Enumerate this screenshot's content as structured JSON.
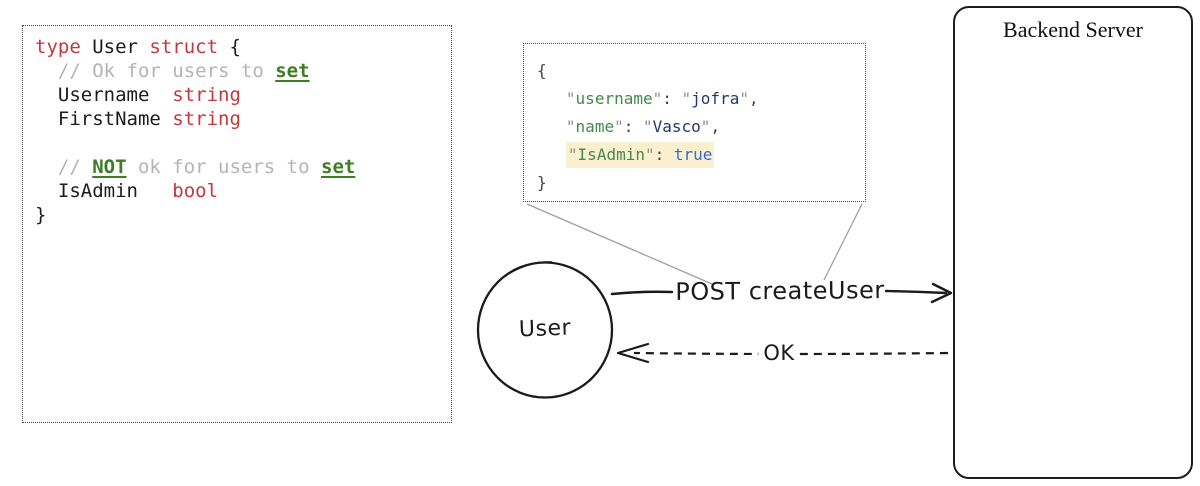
{
  "code_box": {
    "line1": {
      "kw_type": "type",
      "name": " User ",
      "kw_struct": "struct",
      "brace": " {"
    },
    "line2": {
      "comment": "  // Ok for users to ",
      "em": "set"
    },
    "line3": {
      "field": "  Username  ",
      "type": "string"
    },
    "line4": {
      "field": "  FirstName ",
      "type": "string"
    },
    "line6": {
      "c1": "  // ",
      "em1": "NOT",
      "c2": " ok for users to ",
      "em2": "set"
    },
    "line7": {
      "field": "  IsAdmin   ",
      "type": "bool"
    },
    "close_brace": "}"
  },
  "json_box": {
    "open_brace": "{",
    "close_brace": "}",
    "indent": "   ",
    "rows": [
      {
        "key": "username",
        "value": "jofra"
      },
      {
        "key": "name",
        "value": "Vasco"
      },
      {
        "key": "IsAdmin",
        "value": "true"
      }
    ]
  },
  "syntax": {
    "quote": "\"",
    "colon_space": ": ",
    "comma": ","
  },
  "actors": {
    "user_label": "User",
    "backend_title": "Backend Server"
  },
  "messages": {
    "request": "POST createUser",
    "response": "OK"
  },
  "colors": {
    "keyword_red": "#c0393e",
    "comment_gray": "#b4b4b4",
    "emphasis_green": "#3c7d26",
    "json_key_green": "#44894b",
    "json_string_navy": "#1e3a6d",
    "json_bool_blue": "#3c67cf",
    "highlight_cream": "#faf0d0",
    "quote_gray": "#8f8f8f",
    "stroke_dark": "#1b1b1b",
    "callout_gray": "#a0a0a0"
  }
}
